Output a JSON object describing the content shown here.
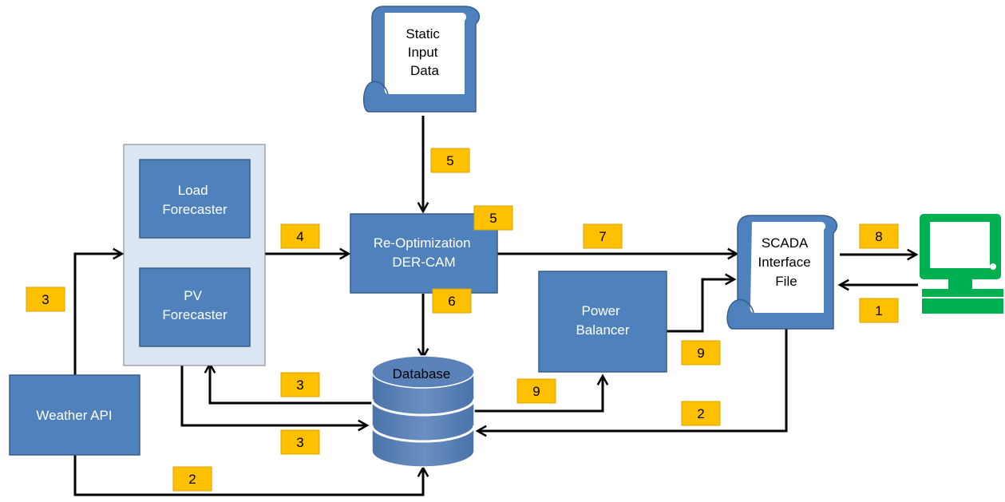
{
  "nodes": {
    "static_input": [
      "Static",
      "Input",
      "Data"
    ],
    "load_forecaster": [
      "Load",
      "Forecaster"
    ],
    "pv_forecaster": [
      "PV",
      "Forecaster"
    ],
    "reopt": [
      "Re-Optimization",
      "DER-CAM"
    ],
    "scada": [
      "SCADA",
      "Interface",
      "File"
    ],
    "power_balancer": [
      "Power",
      "Balancer"
    ],
    "database": "Database",
    "weather_api": "Weather API"
  },
  "badges": {
    "static_to_reopt": "5",
    "reopt_corner": "5",
    "forecasters_to_reopt": "4",
    "reopt_to_scada": "7",
    "scada_to_terminal": "8",
    "terminal_to_scada": "1",
    "reopt_to_db": "6",
    "weather_to_forecasters": "3",
    "db_to_forecasters": "3",
    "forecasters_to_db": "3",
    "db_to_balancer": "9",
    "balancer_to_scada": "9",
    "scada_to_db": "2",
    "weather_to_db": "2"
  },
  "colors": {
    "box_fill": "#4f81bd",
    "group_fill": "#dce6f2",
    "badge_fill": "#ffc000",
    "computer_icon": "#00b050",
    "arrow": "#000000"
  }
}
